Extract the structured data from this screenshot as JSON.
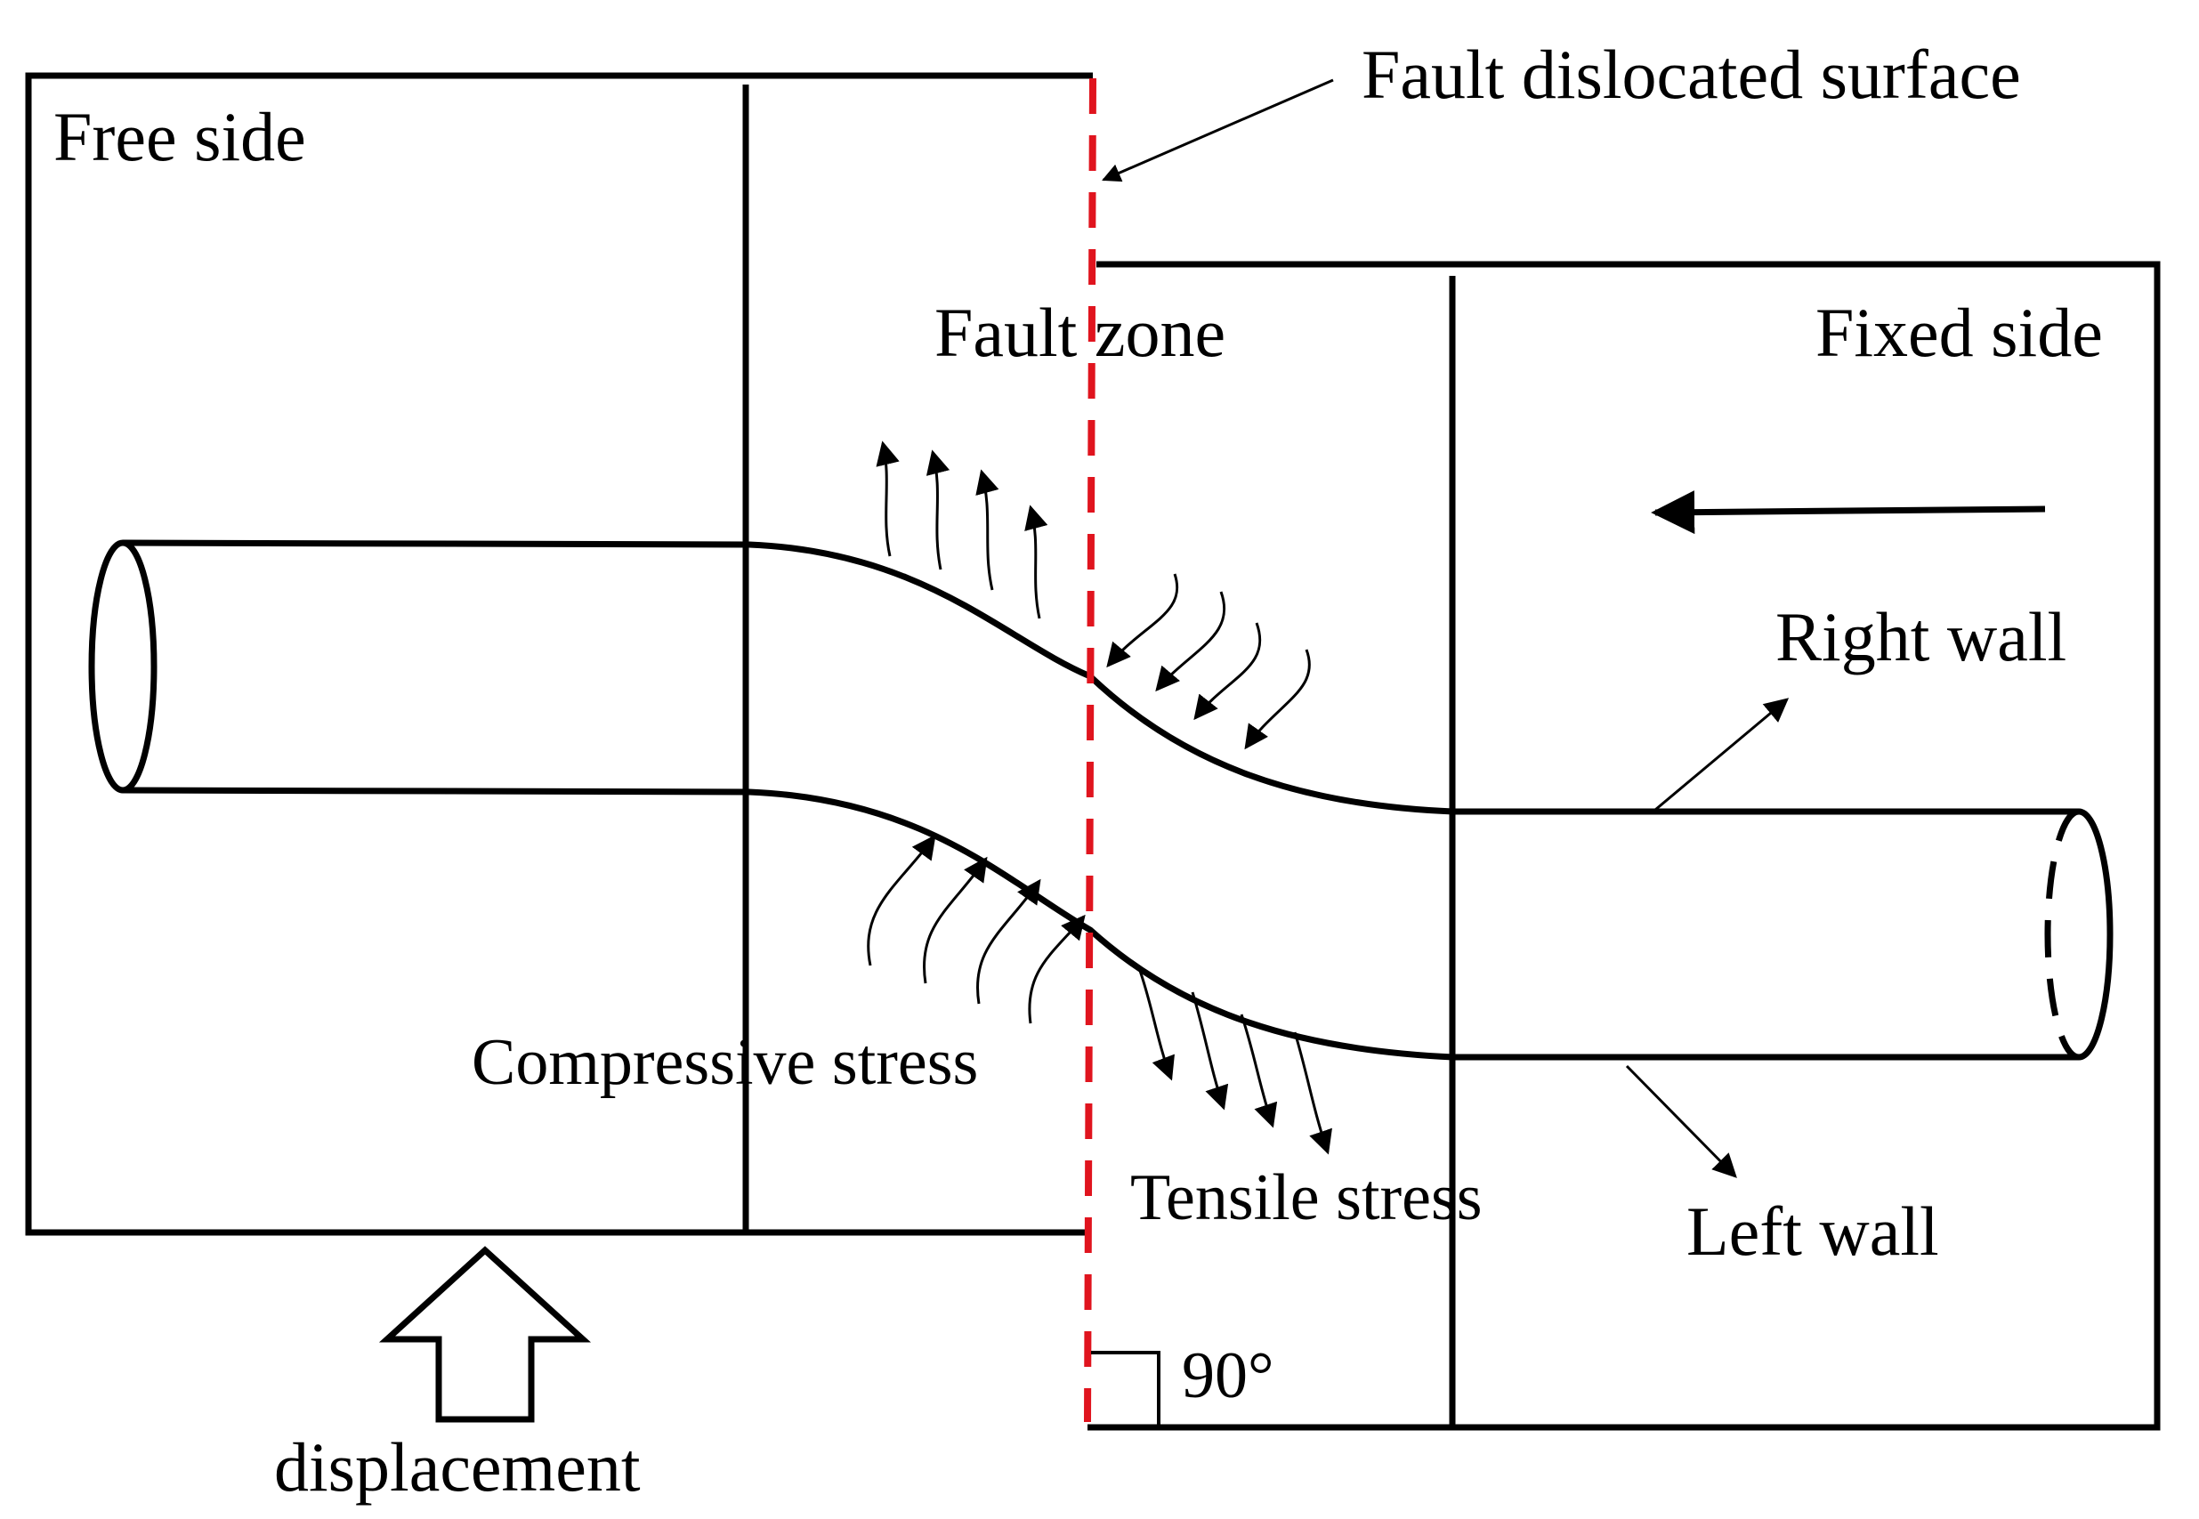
{
  "labels": {
    "fault_dislocated_surface": "Fault dislocated surface",
    "free_side": "Free side",
    "fault_zone": "Fault zone",
    "fixed_side": "Fixed side",
    "right_wall": "Right wall",
    "left_wall": "Left wall",
    "compressive_stress": "Compressive stress",
    "tensile_stress": "Tensile stress",
    "displacement": "displacement",
    "angle": "90°"
  },
  "colors": {
    "line": "#000000",
    "fault": "#e0141e",
    "background": "#ffffff"
  }
}
